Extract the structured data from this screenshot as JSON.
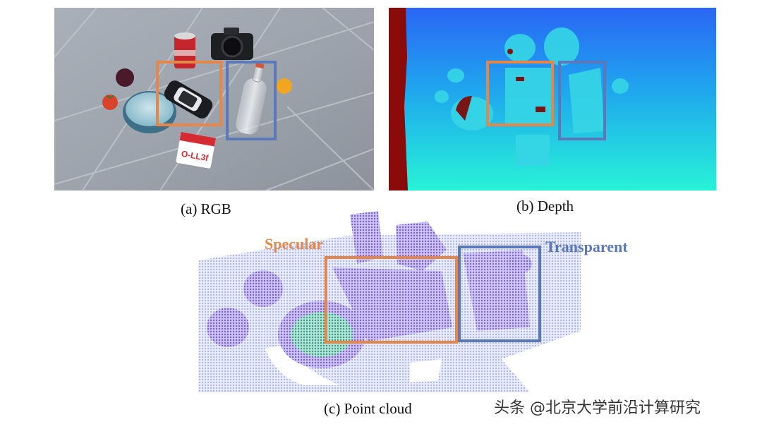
{
  "figure": {
    "captions": {
      "rgb": "(a) RGB",
      "depth": "(b) Depth",
      "point_cloud": "(c) Point cloud"
    },
    "annotations": {
      "specular": "Specular",
      "transparent": "Transparent"
    },
    "colors": {
      "specular_box": "#e5874a",
      "transparent_box": "#5b79b8",
      "depth_background_edge": "#8b0000",
      "depth_far": "#2a6cf4",
      "depth_near": "#23f0d7"
    },
    "watermark": "头条 @北京大学前沿计算研究"
  }
}
